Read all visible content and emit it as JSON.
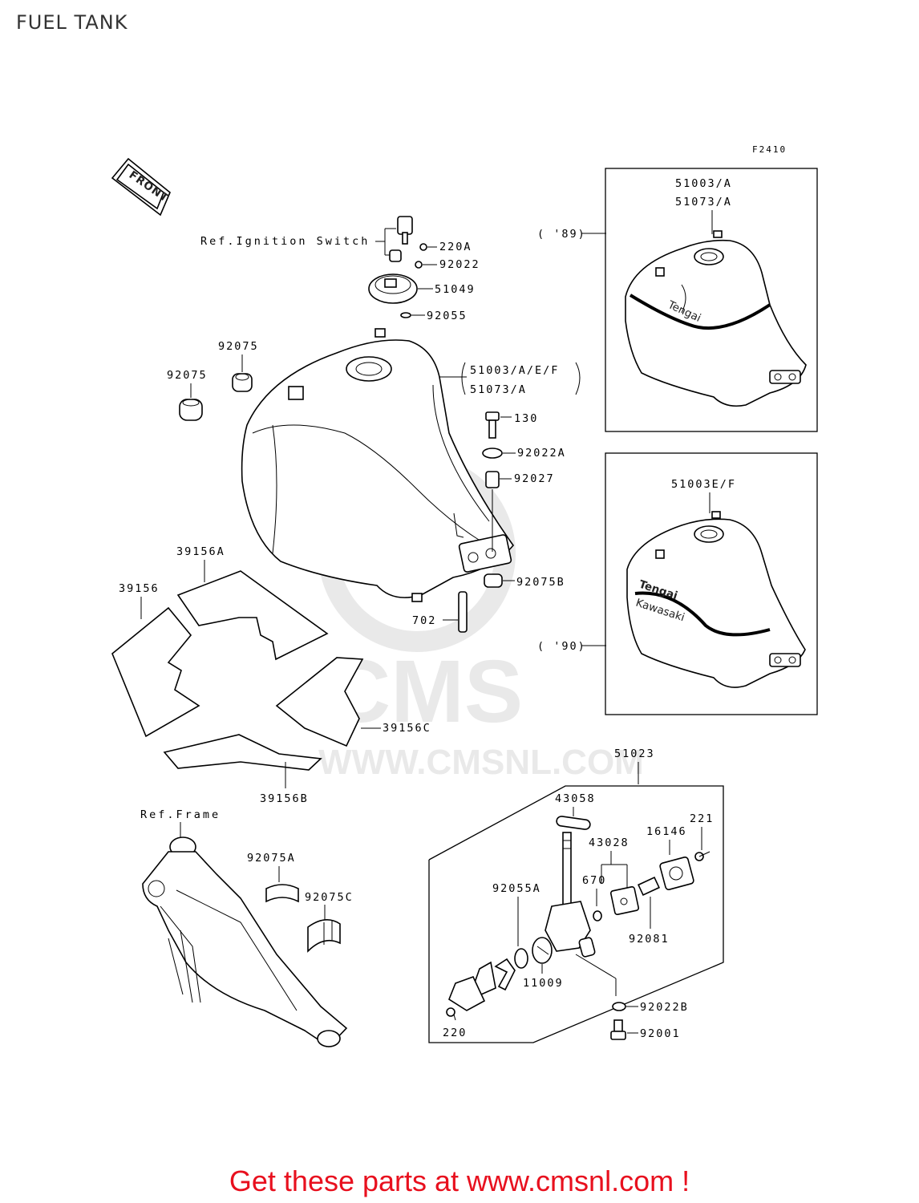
{
  "header": {
    "title": "FUEL TANK"
  },
  "diagram_code": "F2410",
  "front_label": "FRONT",
  "watermark": {
    "brand": "CMS",
    "url": "WWW.CMSNL.COM"
  },
  "inset_89": {
    "labels": [
      "51003/A",
      "51073/A"
    ],
    "year": "( '89)",
    "tank_logo": "Tengai"
  },
  "inset_90": {
    "labels": [
      "51003E/F"
    ],
    "year": "( '90)",
    "tank_logo": "Tengai",
    "tank_logo_sub": "Kawasaki"
  },
  "parts": {
    "ref_ignition": "Ref.Ignition Switch",
    "p220A": "220A",
    "p92022": "92022",
    "p51049": "51049",
    "p92055": "92055",
    "p92075_a": "92075",
    "p92075_b": "92075",
    "tank_a": "51003/A/E/F",
    "tank_b": "51073/A",
    "p130": "130",
    "p92022A": "92022A",
    "p92027": "92027",
    "p92075B": "92075B",
    "p702": "702",
    "p39156A": "39156A",
    "p39156": "39156",
    "p39156C": "39156C",
    "p39156B": "39156B",
    "ref_frame": "Ref.Frame",
    "p92075A": "92075A",
    "p92075C": "92075C",
    "p51023": "51023",
    "p43058": "43058",
    "p43028": "43028",
    "p16146": "16146",
    "p221": "221",
    "p670": "670",
    "p92055A": "92055A",
    "p92081": "92081",
    "p11009": "11009",
    "p92022B": "92022B",
    "p220": "220",
    "p92001": "92001"
  },
  "footer": {
    "cta": "Get these parts at www.cmsnl.com !"
  }
}
